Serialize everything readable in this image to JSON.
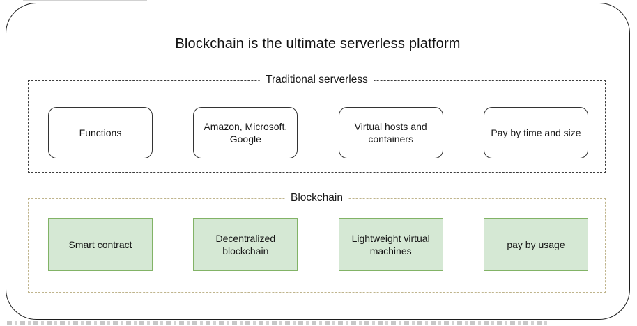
{
  "title": "Blockchain is the ultimate serverless platform",
  "groups": [
    {
      "label": "Traditional serverless",
      "nodes": [
        {
          "text": "Functions"
        },
        {
          "text": "Amazon, Microsoft,\nGoogle"
        },
        {
          "text": "Virtual hosts and\ncontainers"
        },
        {
          "text": "Pay by time and size"
        }
      ]
    },
    {
      "label": "Blockchain",
      "nodes": [
        {
          "text": "Smart contract"
        },
        {
          "text": "Decentralized\nblockchain"
        },
        {
          "text": "Lightweight virtual\nmachines"
        },
        {
          "text": "pay by usage"
        }
      ]
    }
  ],
  "colors": {
    "node_green_fill": "#d5e8d4",
    "node_green_border": "#82b366",
    "node_white_border": "#333333",
    "traditional_dash": "#3d3d3d",
    "blockchain_dash": "#bfb48c"
  }
}
